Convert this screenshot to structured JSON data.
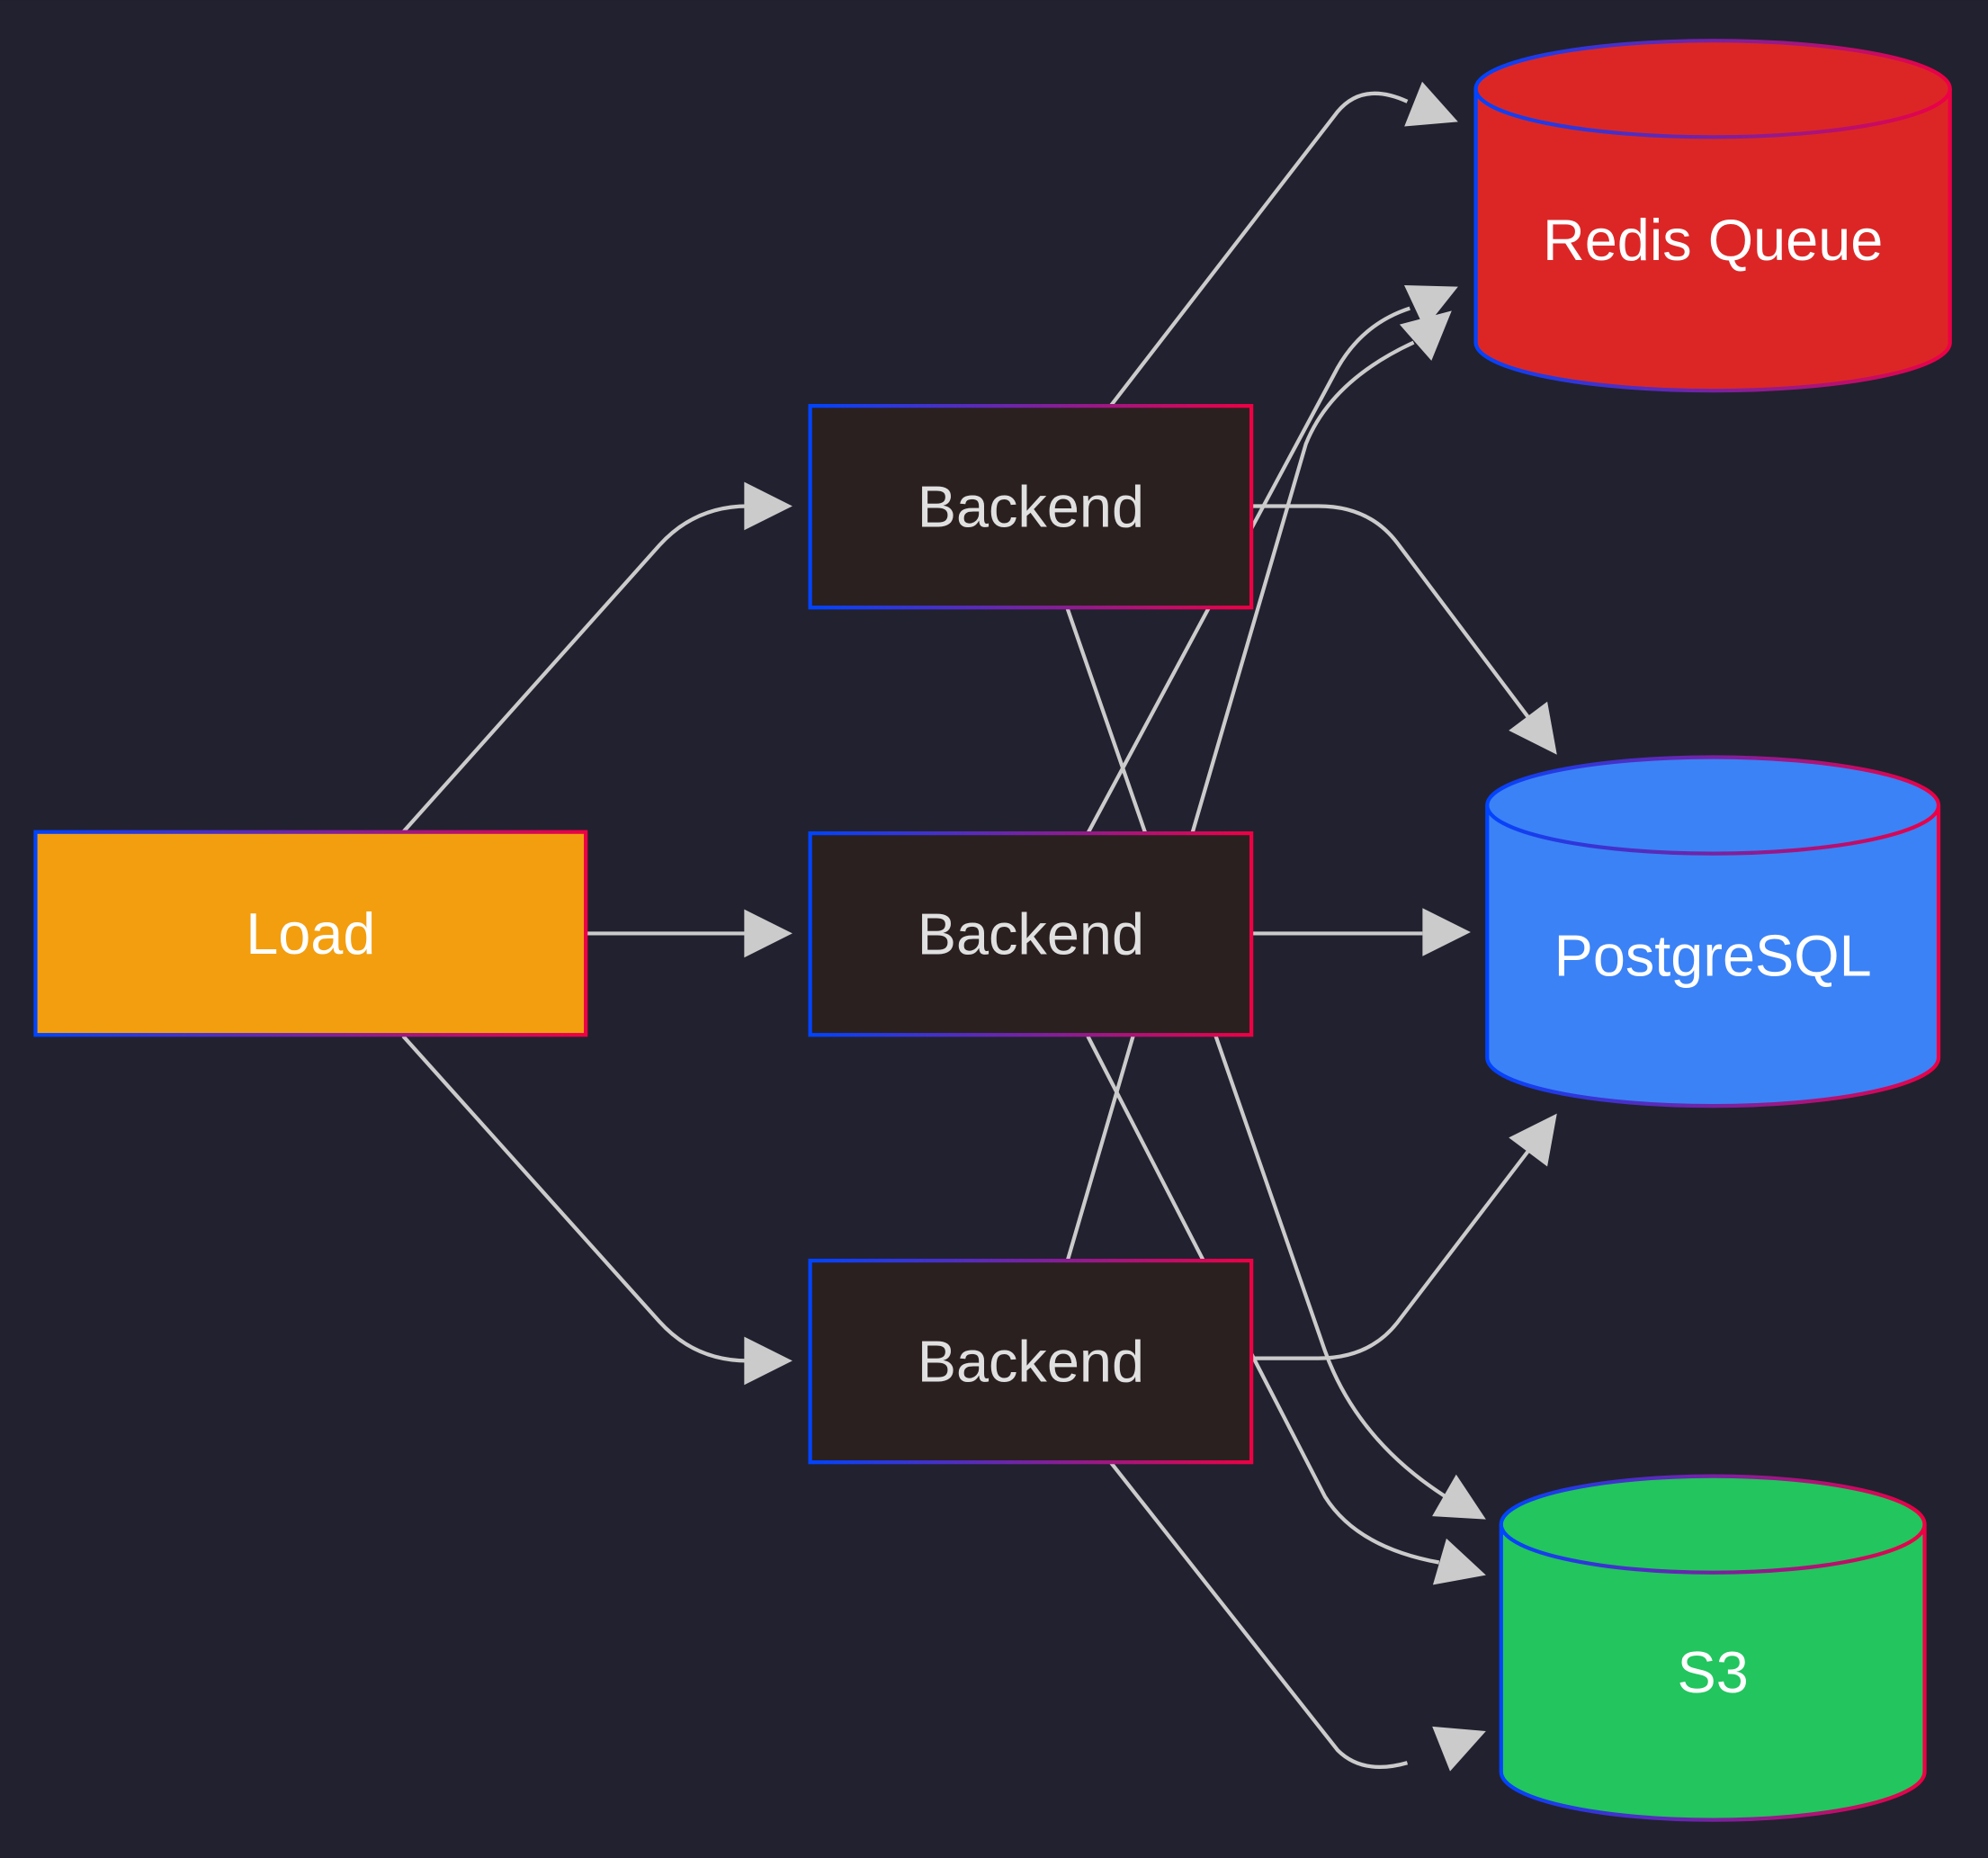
{
  "diagram": {
    "type": "flowchart",
    "direction": "left-to-right",
    "colors": {
      "background": "#22212f",
      "edge": "#cbcbcb",
      "border_gradient_start": "#0044ff",
      "border_gradient_end": "#ee0044",
      "backend_fill": "#2b2020"
    },
    "nodes": [
      {
        "id": "load",
        "label": "Load",
        "shape": "rect",
        "fill": "#f39e0f",
        "text_color": "#ffffff"
      },
      {
        "id": "b1",
        "label": "Backend",
        "shape": "rect",
        "fill": "#2b2020",
        "text_color": "#e0e0e0"
      },
      {
        "id": "b2",
        "label": "Backend",
        "shape": "rect",
        "fill": "#2b2020",
        "text_color": "#e0e0e0"
      },
      {
        "id": "b3",
        "label": "Backend",
        "shape": "rect",
        "fill": "#2b2020",
        "text_color": "#e0e0e0"
      },
      {
        "id": "redis",
        "label": "Redis Queue",
        "shape": "cylinder",
        "fill": "#dc2626",
        "text_color": "#ffffff"
      },
      {
        "id": "pg",
        "label": "PostgreSQL",
        "shape": "cylinder",
        "fill": "#3b82f6",
        "text_color": "#ffffff"
      },
      {
        "id": "s3",
        "label": "S3",
        "shape": "cylinder",
        "fill": "#22c55e",
        "text_color": "#ffffff"
      }
    ],
    "edges": [
      {
        "from": "load",
        "to": "b1"
      },
      {
        "from": "load",
        "to": "b2"
      },
      {
        "from": "load",
        "to": "b3"
      },
      {
        "from": "b1",
        "to": "redis"
      },
      {
        "from": "b1",
        "to": "pg"
      },
      {
        "from": "b1",
        "to": "s3"
      },
      {
        "from": "b2",
        "to": "redis"
      },
      {
        "from": "b2",
        "to": "pg"
      },
      {
        "from": "b2",
        "to": "s3"
      },
      {
        "from": "b3",
        "to": "redis"
      },
      {
        "from": "b3",
        "to": "pg"
      },
      {
        "from": "b3",
        "to": "s3"
      }
    ]
  }
}
